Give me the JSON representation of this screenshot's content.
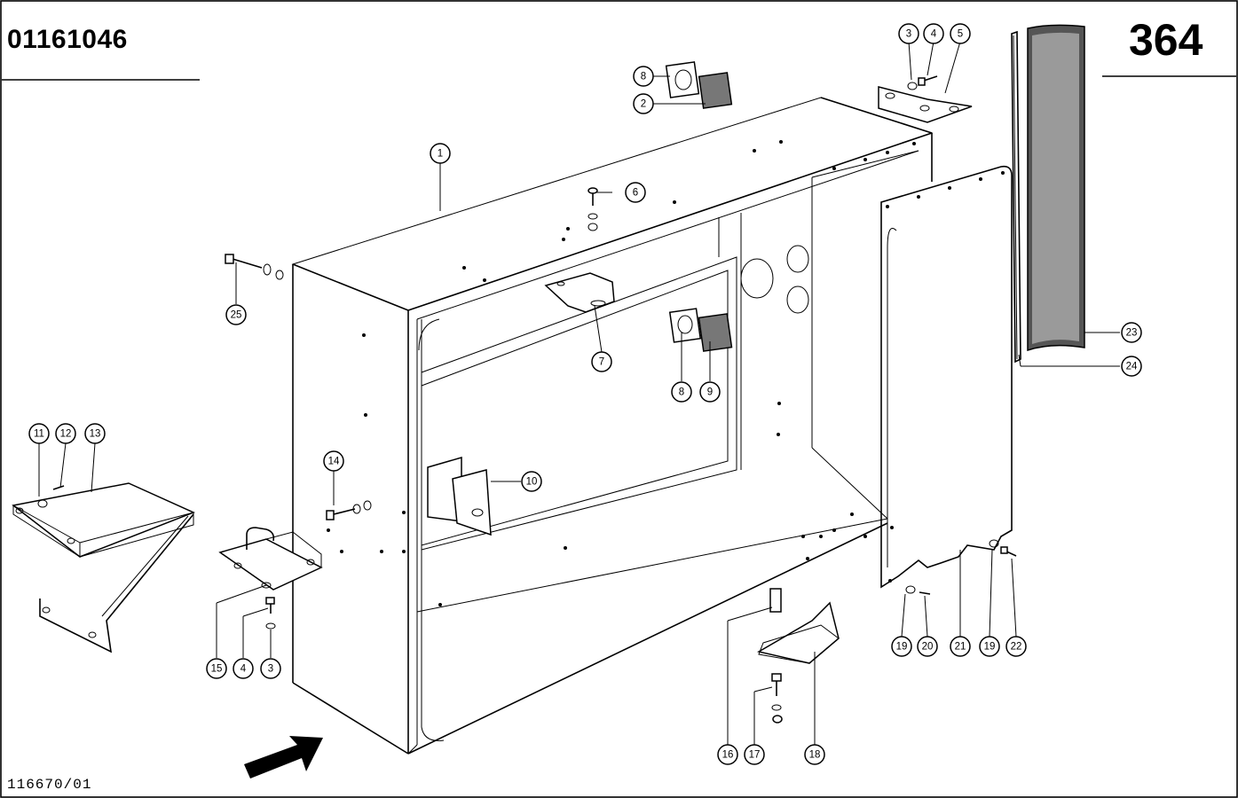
{
  "header": {
    "part_number": "01161046",
    "page_number": "364"
  },
  "footer": {
    "drawing_ref": "116670/01"
  },
  "callouts": [
    {
      "id": "c1",
      "label": "1"
    },
    {
      "id": "c2",
      "label": "2"
    },
    {
      "id": "c3a",
      "label": "3"
    },
    {
      "id": "c4a",
      "label": "4"
    },
    {
      "id": "c5",
      "label": "5"
    },
    {
      "id": "c6",
      "label": "6"
    },
    {
      "id": "c7",
      "label": "7"
    },
    {
      "id": "c8a",
      "label": "8"
    },
    {
      "id": "c8b",
      "label": "8"
    },
    {
      "id": "c9",
      "label": "9"
    },
    {
      "id": "c10",
      "label": "10"
    },
    {
      "id": "c11",
      "label": "11"
    },
    {
      "id": "c12",
      "label": "12"
    },
    {
      "id": "c13",
      "label": "13"
    },
    {
      "id": "c14",
      "label": "14"
    },
    {
      "id": "c15",
      "label": "15"
    },
    {
      "id": "c4b",
      "label": "4"
    },
    {
      "id": "c3b",
      "label": "3"
    },
    {
      "id": "c16",
      "label": "16"
    },
    {
      "id": "c17",
      "label": "17"
    },
    {
      "id": "c18",
      "label": "18"
    },
    {
      "id": "c19a",
      "label": "19"
    },
    {
      "id": "c20",
      "label": "20"
    },
    {
      "id": "c21",
      "label": "21"
    },
    {
      "id": "c19b",
      "label": "19"
    },
    {
      "id": "c22",
      "label": "22"
    },
    {
      "id": "c23",
      "label": "23"
    },
    {
      "id": "c24",
      "label": "24"
    },
    {
      "id": "c25",
      "label": "25"
    }
  ]
}
